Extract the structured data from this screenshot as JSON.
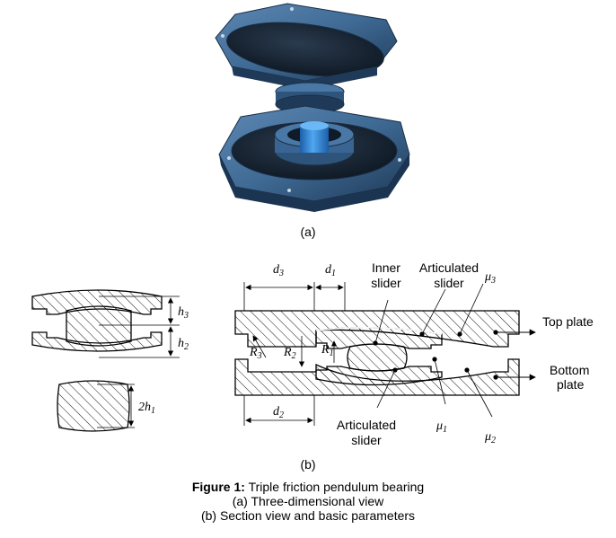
{
  "panel_a_label": "(a)",
  "panel_b_label": "(b)",
  "dims": {
    "d1": "d",
    "d1_sub": "1",
    "d2": "d",
    "d2_sub": "2",
    "d3": "d",
    "d3_sub": "3",
    "h2": "h",
    "h2_sub": "2",
    "h3": "h",
    "h3_sub": "3",
    "two_h1": "2h",
    "two_h1_sub": "1",
    "R1": "R",
    "R1_sub": "1",
    "R2": "R",
    "R2_sub": "2",
    "R3": "R",
    "R3_sub": "3",
    "mu1": "μ",
    "mu1_sub": "1",
    "mu2": "μ",
    "mu2_sub": "2",
    "mu3": "μ",
    "mu3_sub": "3"
  },
  "labels": {
    "inner_slider_1": "Inner",
    "inner_slider_2": "slider",
    "articulated_top_1": "Articulated",
    "articulated_top_2": "slider",
    "articulated_bottom_1": "Articulated",
    "articulated_bottom_2": "slider",
    "top_plate": "Top plate",
    "bottom_plate_1": "Bottom",
    "bottom_plate_2": "plate"
  },
  "caption": {
    "figure_label": "Figure 1:",
    "title": " Triple friction pendulum bearing",
    "line_a": "(a)  Three-dimensional view",
    "line_b": "(b)  Section view and basic parameters"
  },
  "colors": {
    "bearing_blue": "#3f6a94",
    "bearing_dark": "#16273b",
    "pin_blue": "#2f7fd0"
  }
}
